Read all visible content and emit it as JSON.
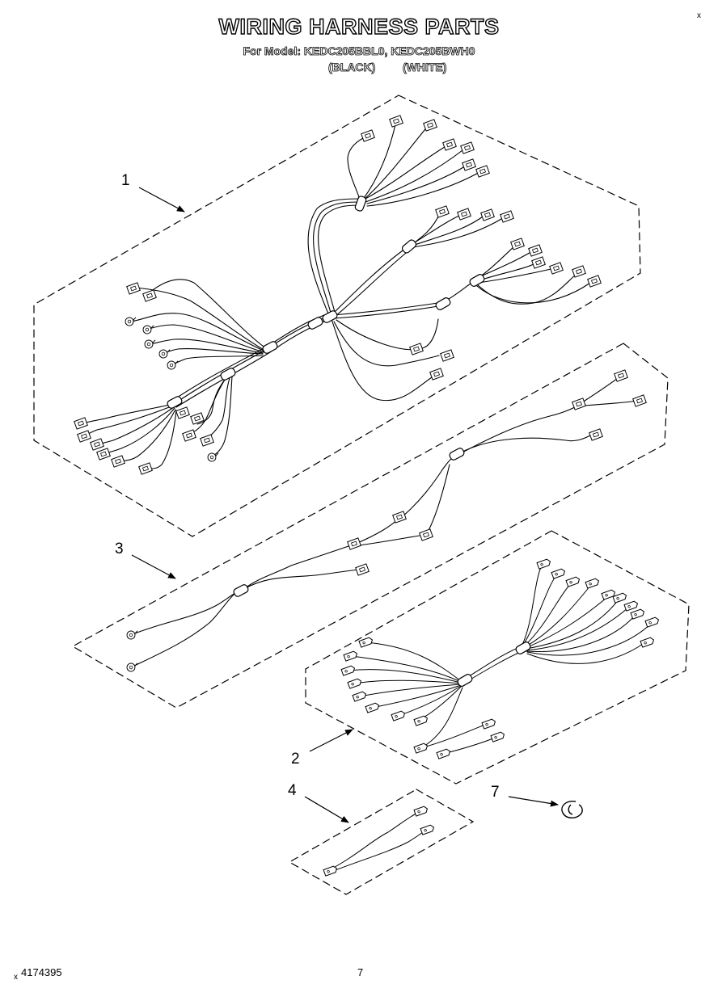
{
  "header": {
    "title": "WIRING HARNESS PARTS",
    "subtitle": "For Model: KEDC205BBL0, KEDC205BWH0",
    "variant_black": "(BLACK)",
    "variant_white": "(WHITE)"
  },
  "callouts": [
    {
      "id": "1",
      "label": "1"
    },
    {
      "id": "3",
      "label": "3"
    },
    {
      "id": "2",
      "label": "2"
    },
    {
      "id": "4",
      "label": "4"
    },
    {
      "id": "7",
      "label": "7"
    }
  ],
  "footer": {
    "part_number": "4174395",
    "page_number": "7",
    "corner_mark": "x"
  }
}
